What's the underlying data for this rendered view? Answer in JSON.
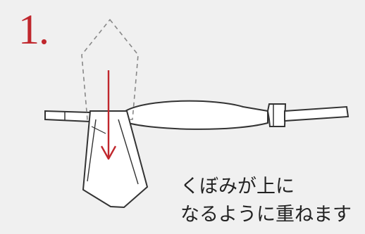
{
  "step": {
    "number": "1."
  },
  "caption": {
    "line1": "くぼみが上に",
    "line2": "なるように重ねます"
  },
  "colors": {
    "background": "#f0f0f0",
    "accent_red": "#c0272d",
    "line": "#333333"
  }
}
